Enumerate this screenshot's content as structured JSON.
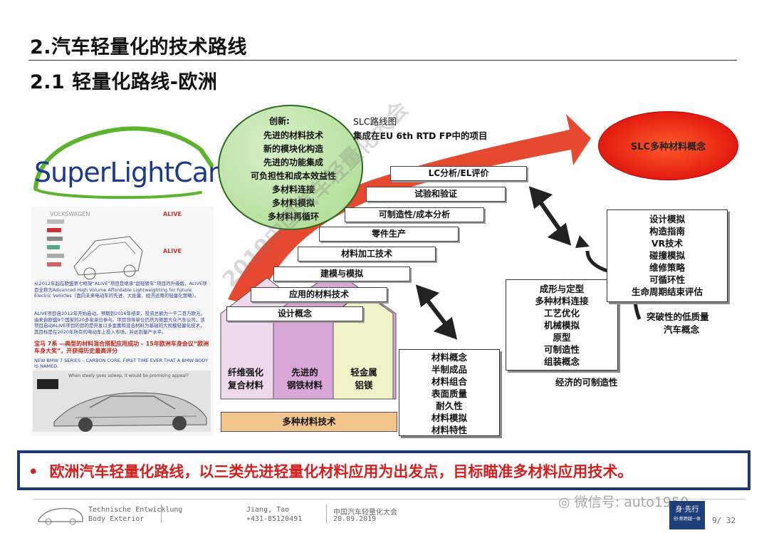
{
  "header": {
    "title": "2.汽车轻量化的技术路线",
    "subtitle": "2.1 轻量化路线-欧洲"
  },
  "left_panel": {
    "logo_text": "SuperLightCar",
    "doc_logo_caption": "VOLKSWAGEN",
    "alive_label": "ALIVE",
    "paragraph_1": "从2012年起在欧盟第七框架“ALIVE”项目是继承“超轻轿车”项目的升级版，ALIVE项目全称为Advanced High Volume Affordable Lightweighting for Future Electric Vehicles（面向未来电动车的先进、大批量、经济适用的轻量化策略）。",
    "paragraph_2": "ALIVE项目自2012年开始启动，预期到2016年结束，投资总额为一千二百万欧元，由来自欧盟9个国家的20多家单位参与。项目领导单位仍然为德国大众汽车公司，该项目启动ALIVE项目的目的是开发以多金属和混合材料为基础的大规模轻量化技术，其目标是在2020年所有的电动车上投入市场，并达到量产水平。",
    "bmw_heading": "宝马 7系 —典型的材料混合搭配应用成功 – 15年欧洲车身会议“欧洲车身大奖”，开获得历史最高评分",
    "bmw_sub": "NEW BMW 7 SERIES – CARBON CORE. FIRST TIME EVER THAT A BMW BODY IS NAMED.",
    "car_caption": "When steely goes asleep, it would be promising appeal?"
  },
  "diagram": {
    "innovation_title": "创新:",
    "innovation_items": [
      "先进的材料技术",
      "新的模块化构造",
      "先进的功能集成",
      "可负担性和成本效益性",
      "多材料连接",
      "多材料模拟",
      "多材料再循环"
    ],
    "slc_title": "SLC路线图",
    "slc_subtitle": "集成在EU 6th RTD FP中的项目",
    "goal": "SLC多种材料概念",
    "steps": [
      "设计概念",
      "应用的材料技术",
      "建模与模拟",
      "材料加工技术",
      "零件生产",
      "可制造性/成本分析",
      "试验和验证",
      "LC分析/EL评价"
    ],
    "materials": [
      "纤维强化复合材料",
      "先进的钢铁材料",
      "轻金属铝镁"
    ],
    "material_lines": [
      [
        "纤维强化",
        "复合材料"
      ],
      [
        "先进的",
        "钢铁材料"
      ],
      [
        "轻金属",
        "铝镁"
      ]
    ],
    "multi_material": "多种材料技术",
    "box_materials": [
      "材料概念",
      "半制成品",
      "材料组合",
      "表面质量",
      "耐久性",
      "材料模拟",
      "材料特性"
    ],
    "box_forming": [
      "成形与定型",
      "多种材料连接",
      "工艺优化",
      "机械模拟",
      "原型",
      "可制造性",
      "组装概念"
    ],
    "box_design": [
      "设计模拟",
      "构造指南",
      "VR技术",
      "碰撞模拟",
      "维修策略",
      "可循环性",
      "生命周期结束评估"
    ],
    "label_economic": "经济的可制造性",
    "label_breakthrough_1": "突破性的低质量",
    "label_breakthrough_2": "汽车概念",
    "watermark": "2019中国汽车轻量化大会"
  },
  "banner": {
    "bullet": "•",
    "text": "欧洲汽车轻量化路线，以三类先进轻量化材料应用为出发点，目标瞄准多材料应用技术。"
  },
  "footer": {
    "org_line_1": "Technische Entwicklung",
    "org_line_2": "Body Exterior",
    "author": "Jiang, Tao",
    "phone": "+431-85120491",
    "event": "中国汽车轻量化大会",
    "date": "20.09.2019",
    "wechat": "微信号: auto1950",
    "badge_1": "身·先行",
    "badge_2": "创·新跨越一体",
    "page": "9/ 32"
  },
  "colors": {
    "banner_border": "#1e3a6e",
    "banner_text": "#d41f1f",
    "arrow_red": "#e53a1e",
    "goal_red": "#e21b10",
    "innovation_green": "#a9d98e"
  }
}
